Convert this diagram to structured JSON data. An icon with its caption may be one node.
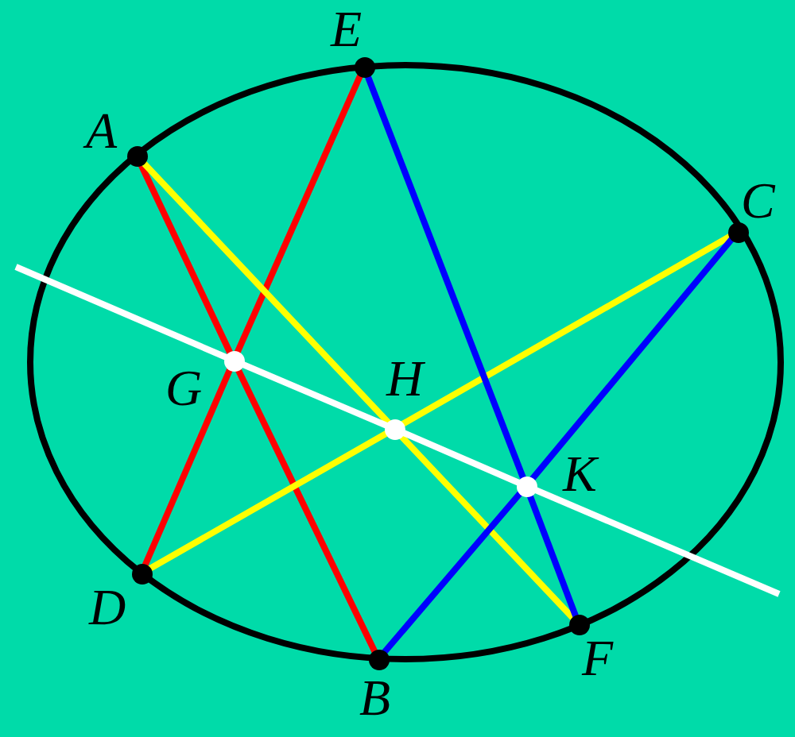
{
  "diagram": {
    "nodes": [
      {
        "text": [
          "E"
        ]
      },
      {
        "text": [
          "A"
        ]
      },
      {
        "text": [
          "C"
        ]
      },
      {
        "text": [
          "G"
        ]
      },
      {
        "text": [
          "H"
        ]
      },
      {
        "text": [
          "K"
        ]
      },
      {
        "text": [
          "D"
        ]
      },
      {
        "text": [
          "F"
        ]
      },
      {
        "text": [
          "B"
        ]
      }
    ],
    "edges": [
      {
        "from": 1,
        "to": 3,
        "arrow": "none",
        "color": "#ff0000"
      },
      {
        "from": 3,
        "to": 8,
        "arrow": "none",
        "color": "#ff0000"
      },
      {
        "from": 6,
        "to": 3,
        "arrow": "none",
        "color": "#ff0000"
      },
      {
        "from": 3,
        "to": 0,
        "arrow": "none",
        "color": "#ff0000"
      },
      {
        "from": 1,
        "to": 4,
        "arrow": "none",
        "color": "#ffff00"
      },
      {
        "from": 4,
        "to": 7,
        "arrow": "none",
        "color": "#ffff00"
      },
      {
        "from": 6,
        "to": 4,
        "arrow": "none",
        "color": "#ffff00"
      },
      {
        "from": 4,
        "to": 2,
        "arrow": "none",
        "color": "#ffff00"
      },
      {
        "from": 0,
        "to": 5,
        "arrow": "none",
        "color": "#0000ff"
      },
      {
        "from": 5,
        "to": 7,
        "arrow": "none",
        "color": "#0000ff"
      },
      {
        "from": 8,
        "to": 5,
        "arrow": "none",
        "color": "#0000ff"
      },
      {
        "from": 5,
        "to": 2,
        "arrow": "none",
        "color": "#0000ff"
      },
      {
        "from": null,
        "to": 3,
        "arrow": "none",
        "color": "#ffffff"
      },
      {
        "from": 3,
        "to": 4,
        "arrow": "none",
        "color": "#ffffff"
      },
      {
        "from": 4,
        "to": 5,
        "arrow": "none",
        "color": "#ffffff"
      },
      {
        "from": 5,
        "to": null,
        "arrow": "none",
        "color": "#ffffff"
      }
    ]
  }
}
